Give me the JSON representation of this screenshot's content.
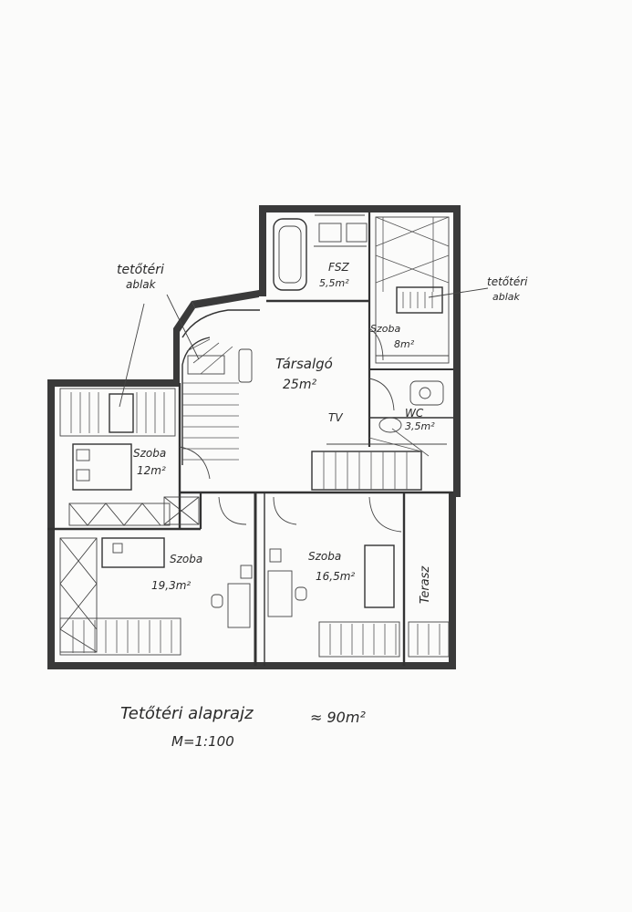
{
  "rooms": {
    "living": {
      "name": "Társalgó",
      "area": "25m²"
    },
    "bath": {
      "name": "FSZ",
      "area": "5,5m²"
    },
    "small_room": {
      "name": "Szoba",
      "area": "8m²"
    },
    "wc": {
      "name": "WC",
      "area": "3,5m²"
    },
    "room_west": {
      "name": "Szoba",
      "area": "12m²"
    },
    "room_sw": {
      "name": "Szoba",
      "area": "19,3m²"
    },
    "room_s": {
      "name": "Szoba",
      "area": "16,5m²"
    },
    "terrace": {
      "name": "Terasz"
    }
  },
  "labels": {
    "skylights": [
      "tetőtéri",
      "ablak"
    ],
    "skylight_right": [
      "tetőtéri",
      "ablak"
    ],
    "tv": "TV"
  },
  "caption": {
    "title": "Tetőtéri alaprajz",
    "area": "≈ 90m²",
    "scale": "M=1:100"
  }
}
